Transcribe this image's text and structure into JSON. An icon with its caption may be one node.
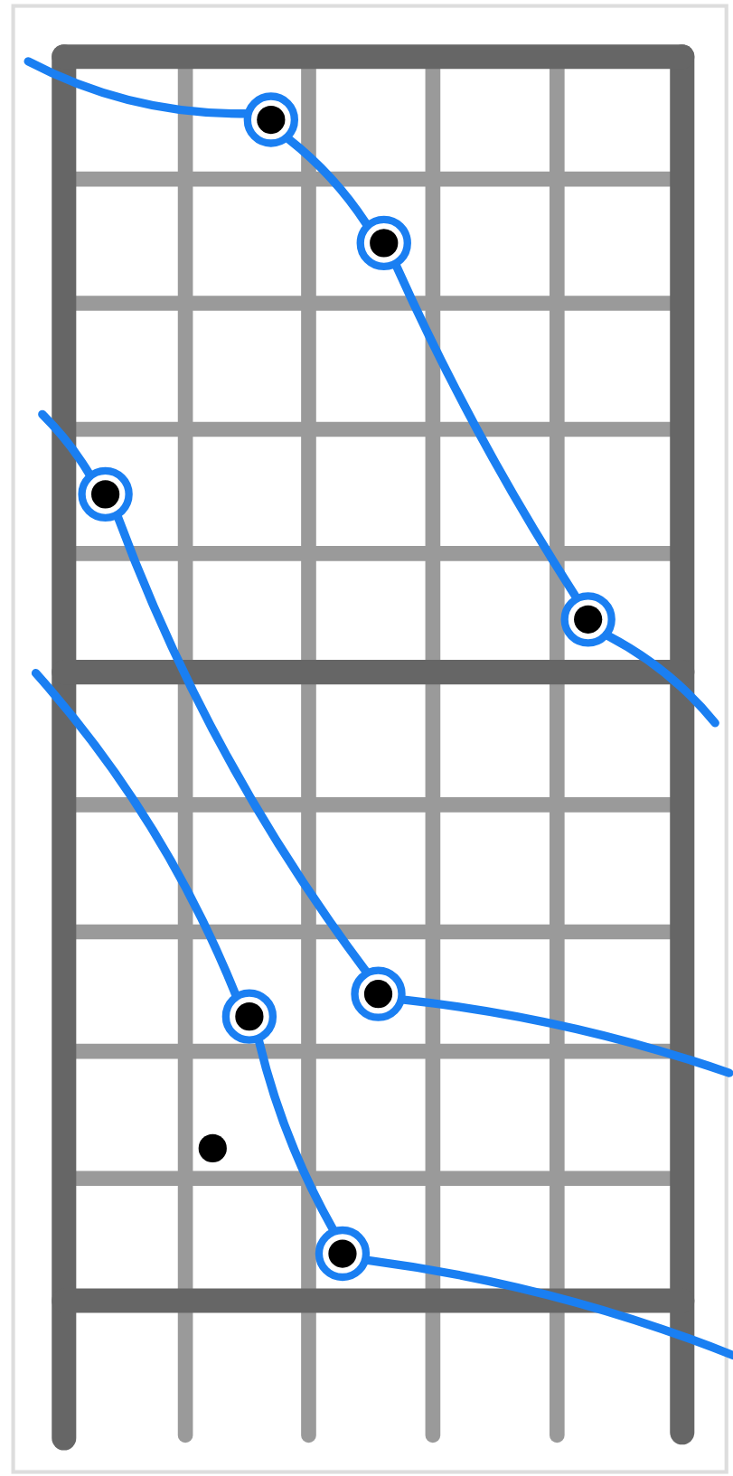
{
  "diagram": {
    "nodes": [
      {
        "text": [],
        "shape": "circle"
      },
      {
        "text": [],
        "shape": "circle"
      },
      {
        "text": [],
        "shape": "circle"
      },
      {
        "text": [],
        "shape": "circle"
      },
      {
        "text": [],
        "shape": "circle"
      },
      {
        "text": [],
        "shape": "circle"
      },
      {
        "text": [],
        "shape": "circle"
      },
      {
        "text": [],
        "shape": "circle"
      }
    ],
    "edges": [
      {
        "from": null,
        "to": 0,
        "arrow": "none"
      },
      {
        "from": 0,
        "to": 1,
        "arrow": "none"
      },
      {
        "from": 1,
        "to": 3,
        "arrow": "none"
      },
      {
        "from": 3,
        "to": null,
        "arrow": "none"
      },
      {
        "from": null,
        "to": 2,
        "arrow": "none"
      },
      {
        "from": 2,
        "to": 4,
        "arrow": "none"
      },
      {
        "from": 4,
        "to": null,
        "arrow": "none"
      },
      {
        "from": null,
        "to": 5,
        "arrow": "none"
      },
      {
        "from": 5,
        "to": 7,
        "arrow": "none"
      },
      {
        "from": 7,
        "to": null,
        "arrow": "none"
      }
    ]
  }
}
